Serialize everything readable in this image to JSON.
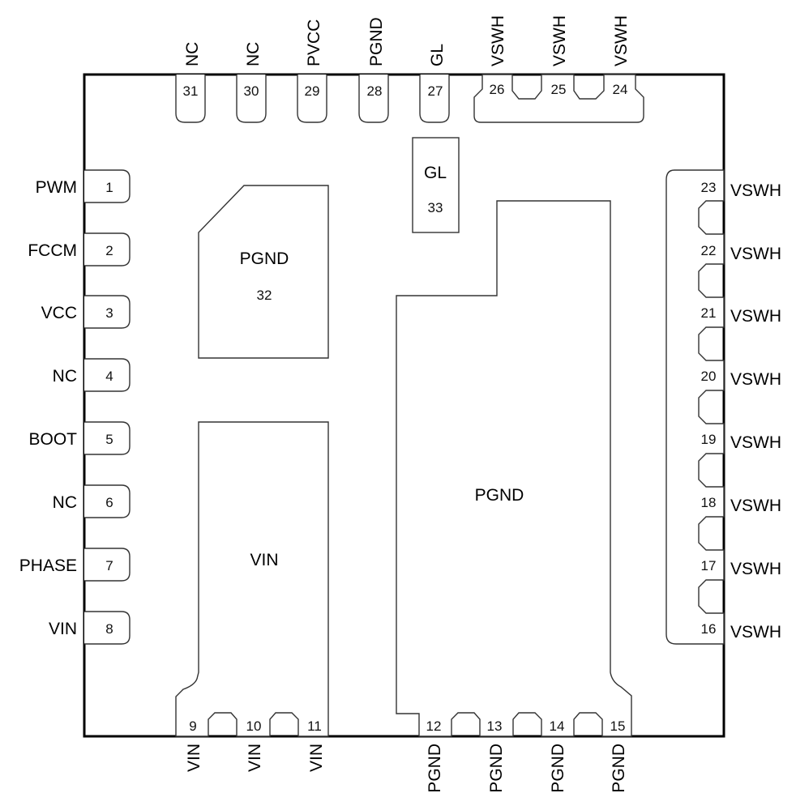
{
  "diagram": {
    "type": "IC package pinout (top view)",
    "pins_left": [
      {
        "num": "1",
        "name": "PWM"
      },
      {
        "num": "2",
        "name": "FCCM"
      },
      {
        "num": "3",
        "name": "VCC"
      },
      {
        "num": "4",
        "name": "NC"
      },
      {
        "num": "5",
        "name": "BOOT"
      },
      {
        "num": "6",
        "name": "NC"
      },
      {
        "num": "7",
        "name": "PHASE"
      },
      {
        "num": "8",
        "name": "VIN"
      }
    ],
    "pins_bottom": [
      {
        "num": "9",
        "name": "VIN"
      },
      {
        "num": "10",
        "name": "VIN"
      },
      {
        "num": "11",
        "name": "VIN"
      },
      {
        "num": "12",
        "name": "PGND"
      },
      {
        "num": "13",
        "name": "PGND"
      },
      {
        "num": "14",
        "name": "PGND"
      },
      {
        "num": "15",
        "name": "PGND"
      }
    ],
    "pins_right": [
      {
        "num": "16",
        "name": "VSWH"
      },
      {
        "num": "17",
        "name": "VSWH"
      },
      {
        "num": "18",
        "name": "VSWH"
      },
      {
        "num": "19",
        "name": "VSWH"
      },
      {
        "num": "20",
        "name": "VSWH"
      },
      {
        "num": "21",
        "name": "VSWH"
      },
      {
        "num": "22",
        "name": "VSWH"
      },
      {
        "num": "23",
        "name": "VSWH"
      }
    ],
    "pins_top": [
      {
        "num": "24",
        "name": "VSWH"
      },
      {
        "num": "25",
        "name": "VSWH"
      },
      {
        "num": "26",
        "name": "VSWH"
      },
      {
        "num": "27",
        "name": "GL"
      },
      {
        "num": "28",
        "name": "PGND"
      },
      {
        "num": "29",
        "name": "PVCC"
      },
      {
        "num": "30",
        "name": "NC"
      },
      {
        "num": "31",
        "name": "NC"
      }
    ],
    "pads": {
      "pgnd32": {
        "name": "PGND",
        "num": "32"
      },
      "gl33": {
        "name": "GL",
        "num": "33"
      },
      "vin": {
        "name": "VIN"
      },
      "pgnd_large": {
        "name": "PGND"
      }
    }
  }
}
